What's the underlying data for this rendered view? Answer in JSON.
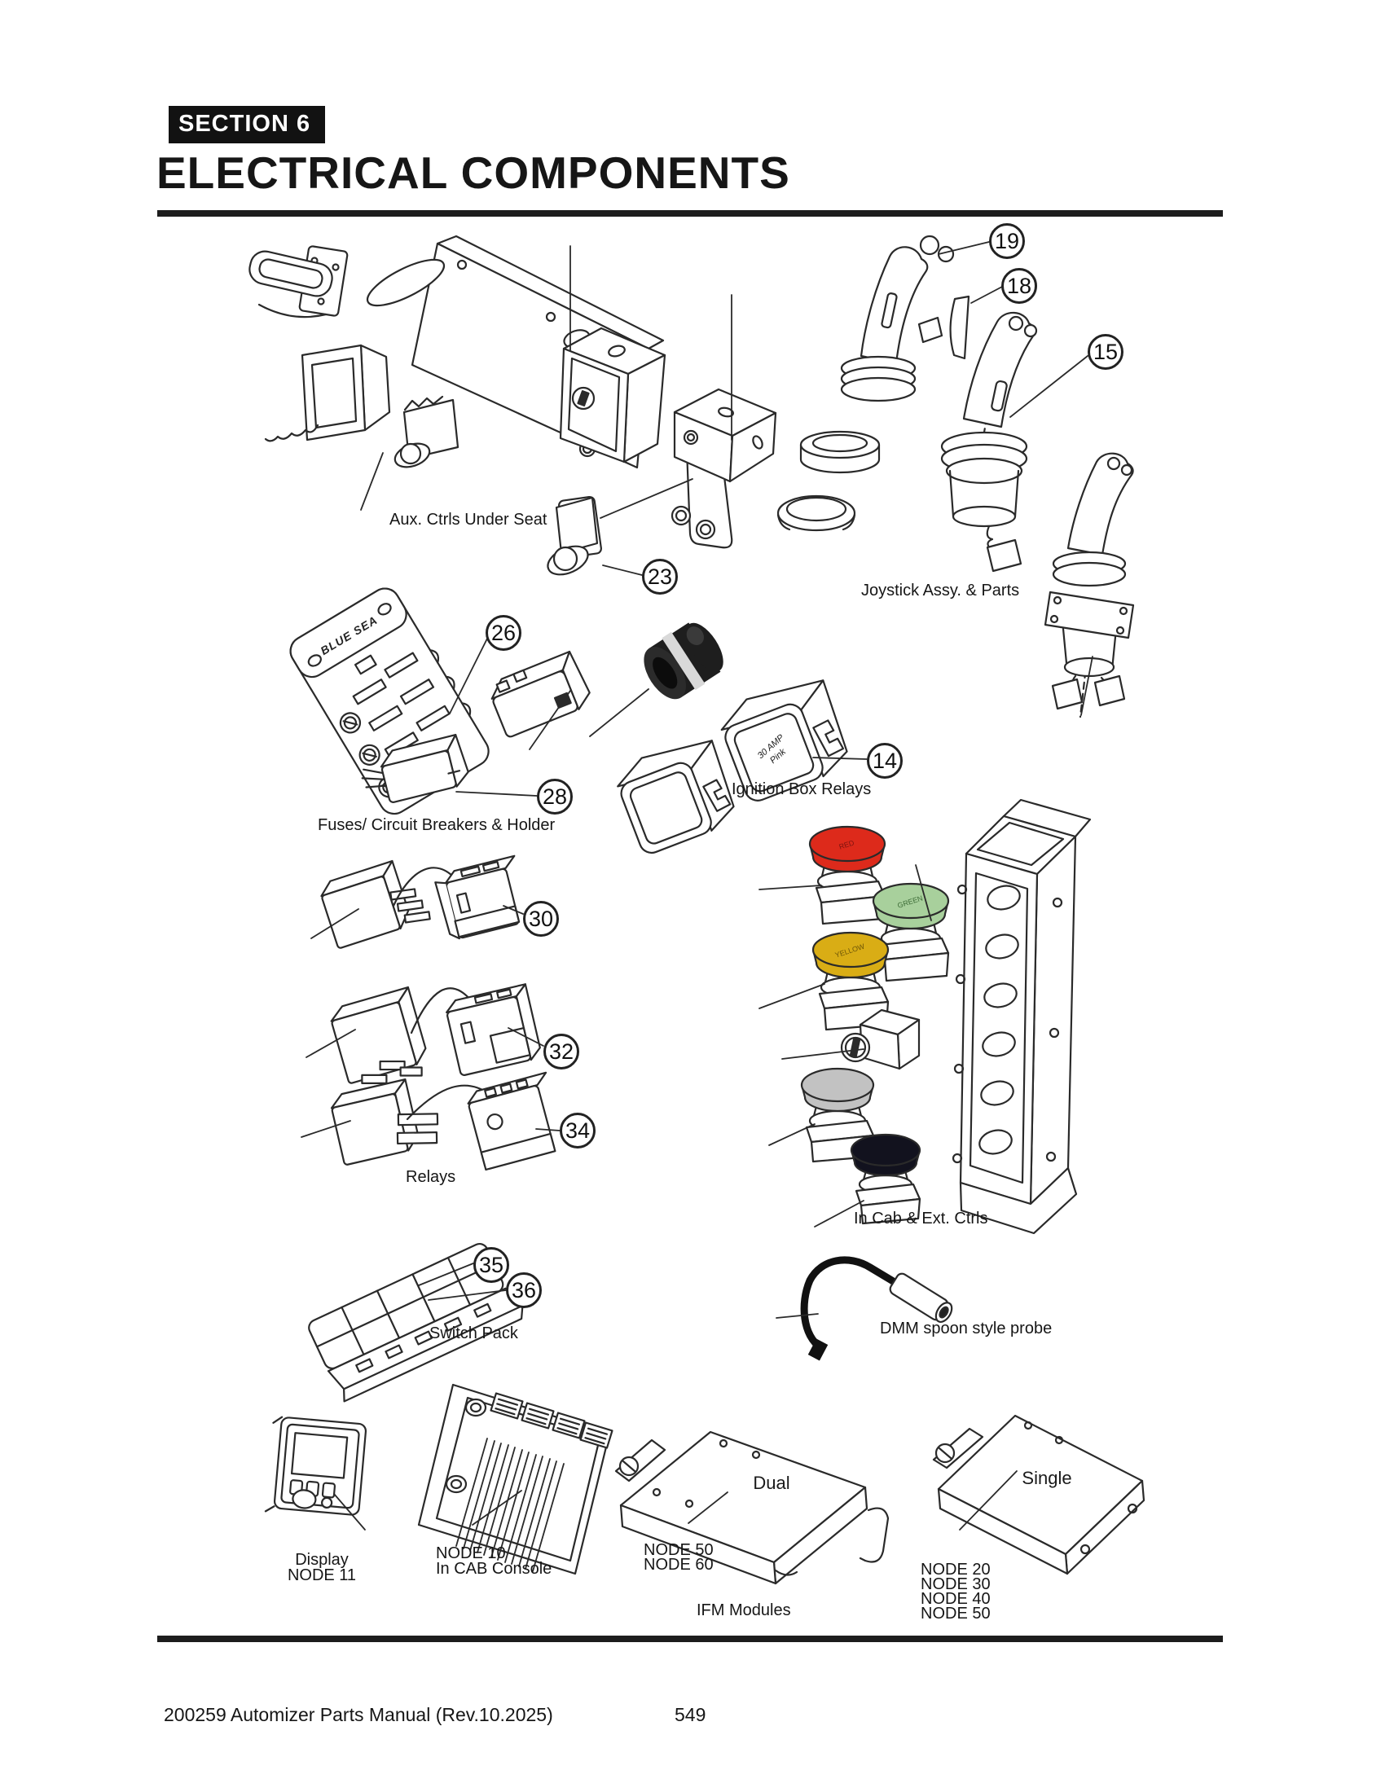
{
  "page": {
    "section_label": "SECTION 6",
    "title": "ELECTRICAL COMPONENTS",
    "footer_left": "200259 Automizer Parts Manual (Rev.10.2025)",
    "footer_page": "549"
  },
  "callouts": [
    {
      "num": "19"
    },
    {
      "num": "18"
    },
    {
      "num": "15"
    },
    {
      "num": "23"
    },
    {
      "num": "26"
    },
    {
      "num": "28"
    },
    {
      "num": "14"
    },
    {
      "num": "30"
    },
    {
      "num": "32"
    },
    {
      "num": "34"
    },
    {
      "num": "35"
    },
    {
      "num": "36"
    }
  ],
  "labels": {
    "aux_ctrls": "Aux. Ctrls Under Seat",
    "joystick": "Joystick Assy. & Parts",
    "fuses": "Fuses/ Circuit Breakers & Holder",
    "ignition": "Ignition Box Relays",
    "relays": "Relays",
    "in_cab": "In Cab & Ext. Ctrls",
    "switch_pack": "Switch Pack",
    "dmm": "DMM spoon style probe",
    "display1": "Display",
    "display2": "NODE 11",
    "node10_1": "NODE 10",
    "node10_2": "In CAB Console",
    "node50_1": "NODE 50",
    "node50_2": "NODE 60",
    "node20_1": "NODE 20",
    "node20_2": "NODE 30",
    "node20_3": "NODE 40",
    "node20_4": "NODE 50",
    "ifm": "IFM Modules",
    "dual": "Dual",
    "single": "Single"
  },
  "markings": {
    "fuse_brand": "BLUE SEA",
    "relay_line1": "30 AMP",
    "relay_line2": "Pink",
    "btn_red": "RED",
    "btn_green": "GREEN",
    "btn_yellow": "YELLOW"
  },
  "colors": {
    "red": "#dd2a1b",
    "green": "#a8d09c",
    "yellow": "#d9ad15",
    "gray": "#c2c2c2",
    "navy": "#12121e"
  }
}
